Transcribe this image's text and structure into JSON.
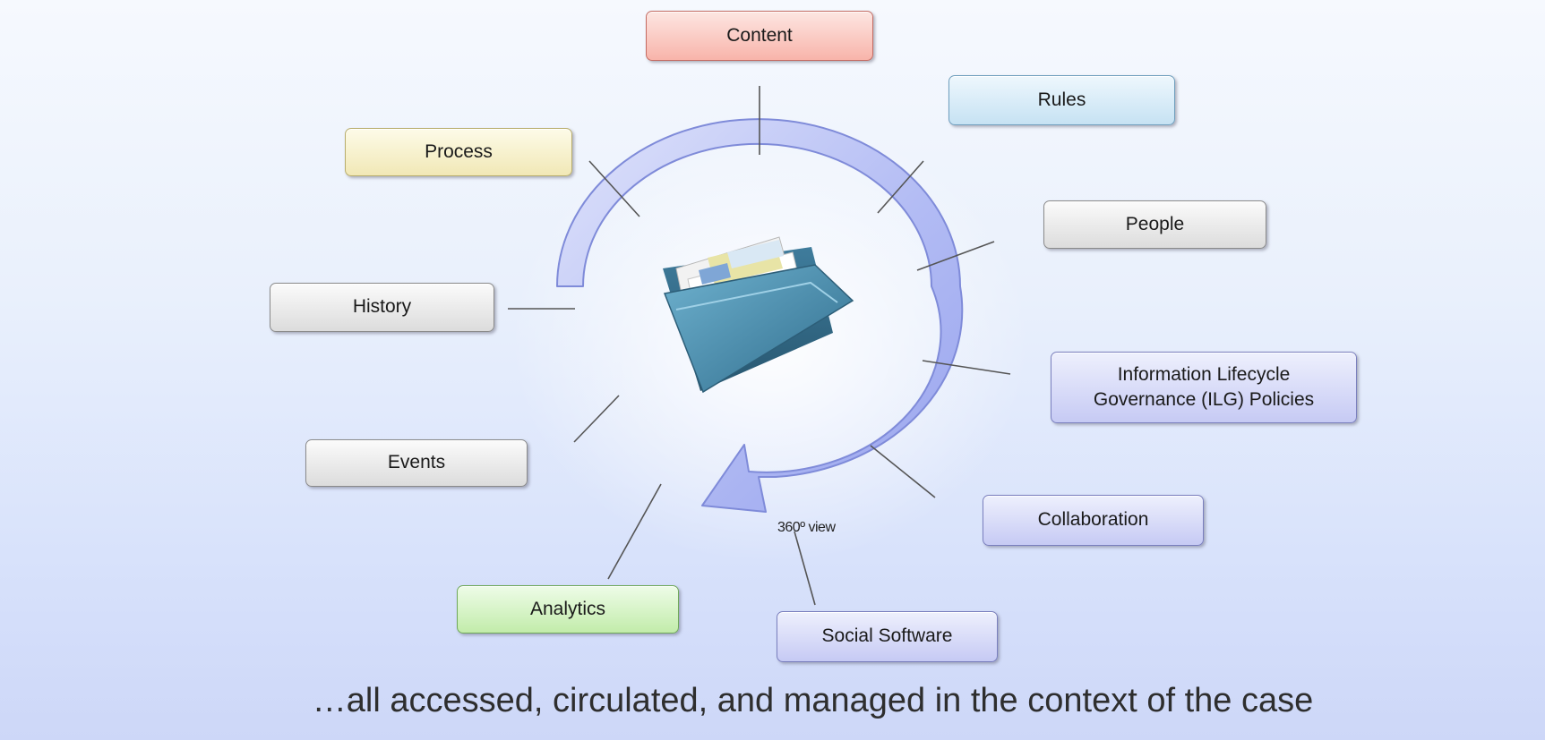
{
  "labels": {
    "content": "Content",
    "rules": "Rules",
    "people": "People",
    "ilg_line1": "Information Lifecycle",
    "ilg_line2": "Governance (ILG) Policies",
    "collaboration": "Collaboration",
    "social_software": "Social Software",
    "analytics": "Analytics",
    "events": "Events",
    "history": "History",
    "process": "Process"
  },
  "center": {
    "view_label": "360º view",
    "icon": "folder-icon"
  },
  "caption": "…all accessed, circulated, and managed in the context of the case",
  "colors": {
    "arrow_fill": "#aab4f2",
    "arrow_stroke": "#7f8bd9",
    "connector": "#555555"
  }
}
